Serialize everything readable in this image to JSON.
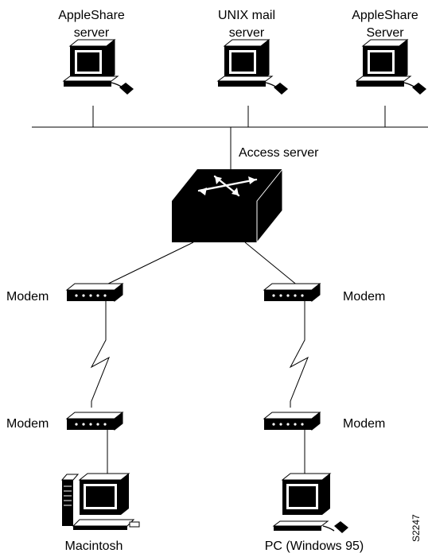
{
  "servers": [
    {
      "line1": "AppleShare",
      "line2": "server"
    },
    {
      "line1": "UNIX mail",
      "line2": "server"
    },
    {
      "line1": "AppleShare",
      "line2": "Server"
    }
  ],
  "access_server": {
    "label": "Access server"
  },
  "modems": {
    "left_top": "Modem",
    "right_top": "Modem",
    "left_bottom": "Modem",
    "right_bottom": "Modem"
  },
  "clients": {
    "mac": "Macintosh",
    "pc": "PC (Windows 95)"
  },
  "figure_id": "S2247"
}
